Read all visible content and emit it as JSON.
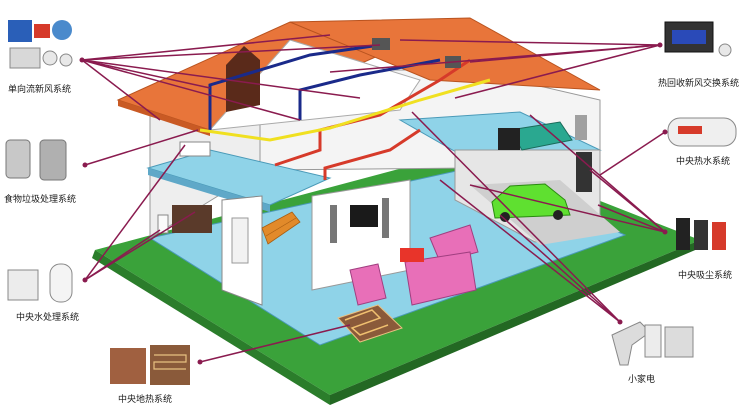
{
  "systems": [
    {
      "id": "one-way-fresh-air",
      "label": "单向流新风系统"
    },
    {
      "id": "heat-recovery-fresh-air",
      "label": "热回收新风交换系统"
    },
    {
      "id": "central-hot-water",
      "label": "中央热水系统"
    },
    {
      "id": "food-waste-disposal",
      "label": "食物垃圾处理系统"
    },
    {
      "id": "central-vacuum",
      "label": "中央吸尘系统"
    },
    {
      "id": "central-water-treatment",
      "label": "中央水处理系统"
    },
    {
      "id": "small-appliances",
      "label": "小家电"
    },
    {
      "id": "floor-heating",
      "label": "中央地热系统"
    }
  ],
  "colors": {
    "pointer_line": "#8a1b4f",
    "roof": "#e8753a",
    "floor": "#8fd3e8",
    "wall": "#ffffff",
    "lawn": "#3aa23a",
    "duct_blue": "#1a2a8a",
    "duct_red": "#d63a2a",
    "duct_yellow": "#f0e020",
    "car": "#5fe030",
    "sofa": "#e86fb8"
  }
}
